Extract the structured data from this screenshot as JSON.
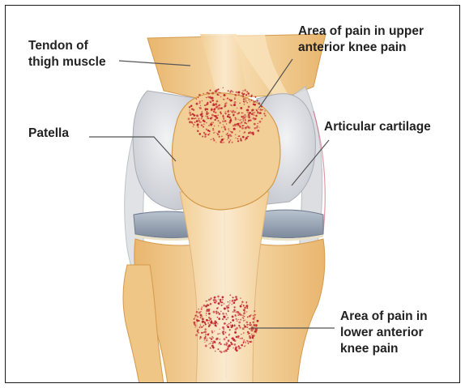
{
  "colors": {
    "bone": "#f4d7a4",
    "bone_dark": "#e8b972",
    "cartilage": "#e4e6ea",
    "meniscus": "#9aa7b8",
    "pain": "#c0202a",
    "leader_line": "#555555"
  },
  "labels": {
    "tendon": "Tendon of\nthigh muscle",
    "patella": "Patella",
    "upper_pain": "Area of pain in upper\nanterior knee pain",
    "cartilage": "Articular cartilage",
    "lower_pain": "Area of pain in\nlower anterior\nknee pain"
  }
}
